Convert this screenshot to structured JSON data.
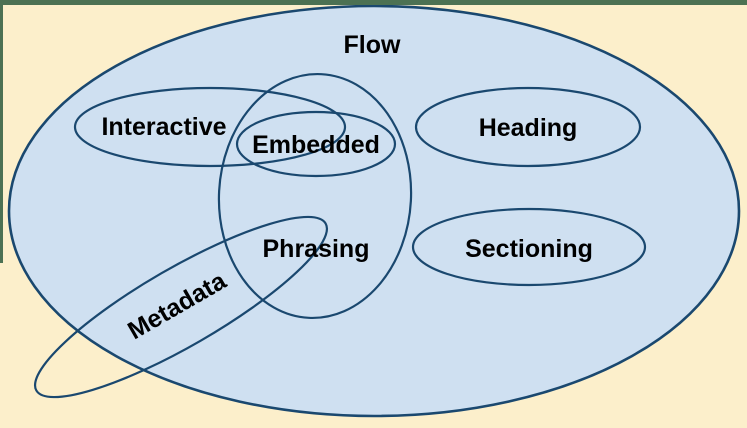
{
  "title": "HTML content categories Venn diagram",
  "colors": {
    "page_background": "#FCEFCB",
    "venn_fill": "#CFE0F1",
    "stroke": "#1A486F",
    "frame_green": "#4C7153",
    "label_text": "#000000"
  },
  "diagram": {
    "labels": {
      "flow": "Flow",
      "interactive": "Interactive",
      "embedded": "Embedded",
      "heading": "Heading",
      "phrasing": "Phrasing",
      "sectioning": "Sectioning",
      "metadata": "Metadata"
    },
    "structure": {
      "outer_set": "Flow",
      "sets_inside_flow": [
        "Interactive",
        "Embedded",
        "Phrasing",
        "Heading",
        "Sectioning"
      ],
      "embedded_inside": "Phrasing",
      "overlaps": [
        [
          "Interactive",
          "Phrasing"
        ],
        [
          "Interactive",
          "Embedded"
        ],
        [
          "Metadata",
          "Phrasing"
        ]
      ],
      "partially_outside_flow": [
        "Metadata"
      ]
    }
  }
}
